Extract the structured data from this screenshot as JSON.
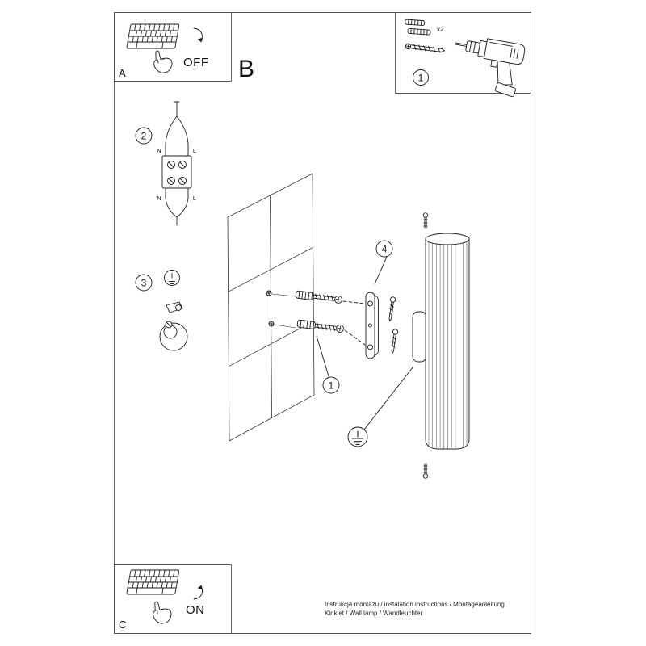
{
  "sections": {
    "a": {
      "label": "A",
      "switch_state": "OFF"
    },
    "b": {
      "label": "B"
    },
    "c": {
      "label": "C",
      "switch_state": "ON"
    }
  },
  "steps": {
    "step1": "1",
    "step2": "2",
    "step3": "3",
    "step4": "4",
    "step1_wall": "1"
  },
  "parts": {
    "plug_quantity": "x2"
  },
  "wiring": {
    "n_top": "N",
    "l_top": "L",
    "n_bottom": "N",
    "l_bottom": "L"
  },
  "footer": {
    "line1": "Instrukcja montażu / instalation instructions / Montageanleitung",
    "line2": "Kinkiet / Wall lamp / Wandleuchter"
  }
}
